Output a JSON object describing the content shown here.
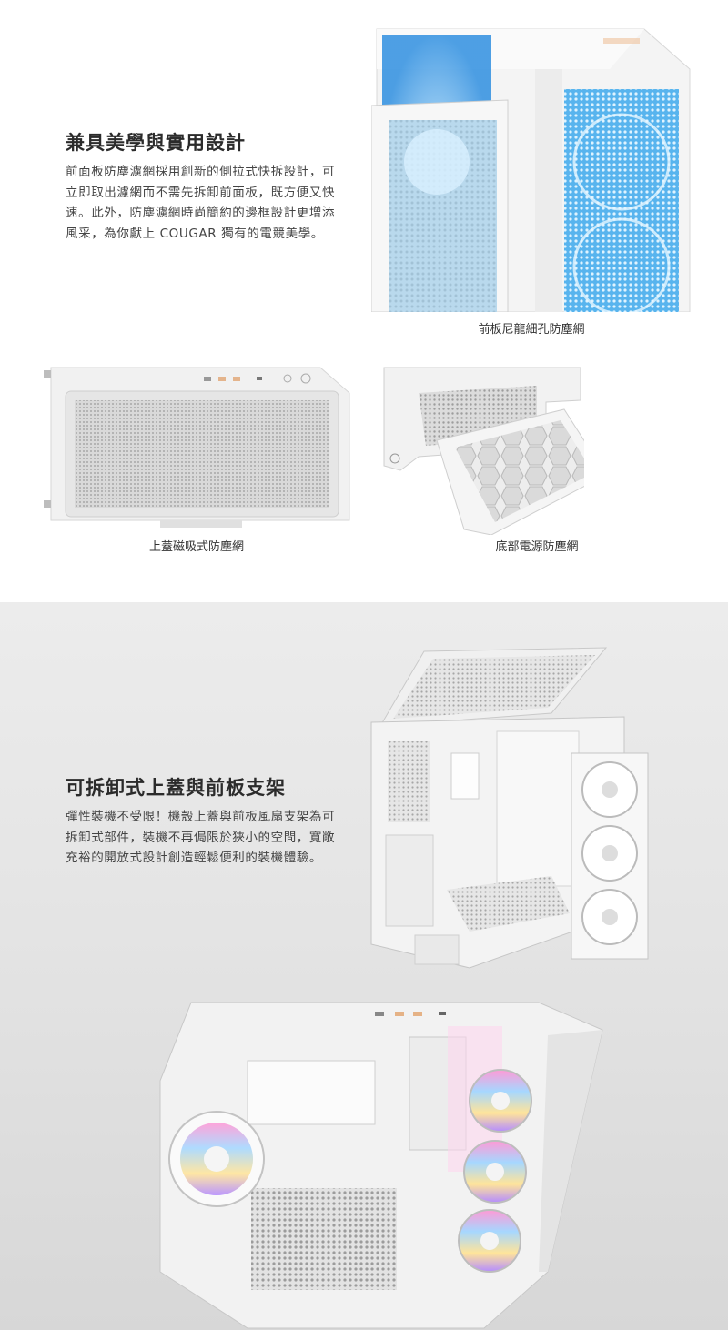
{
  "section1": {
    "heading": "兼具美學與實用設計",
    "body": "前面板防塵濾網採用創新的側拉式快拆設計，可立即取出濾網而不需先拆卸前面板，既方便又快速。此外，防塵濾網時尚簡約的邊框設計更增添風采，為你獻上 COUGAR 獨有的電競美學。",
    "captions": {
      "front": "前板尼龍細孔防塵網",
      "top": "上蓋磁吸式防塵網",
      "bottom": "底部電源防塵網"
    }
  },
  "section2": {
    "heading": "可拆卸式上蓋與前板支架",
    "body": "彈性裝機不受限！機殼上蓋與前板風扇支架為可拆卸式部件，裝機不再侷限於狹小的空間，寬敞充裕的開放式設計創造輕鬆便利的裝機體驗。"
  },
  "colors": {
    "accent_blue": "#4aa8e8",
    "case_white": "#f2f2f2",
    "text": "#444444"
  }
}
